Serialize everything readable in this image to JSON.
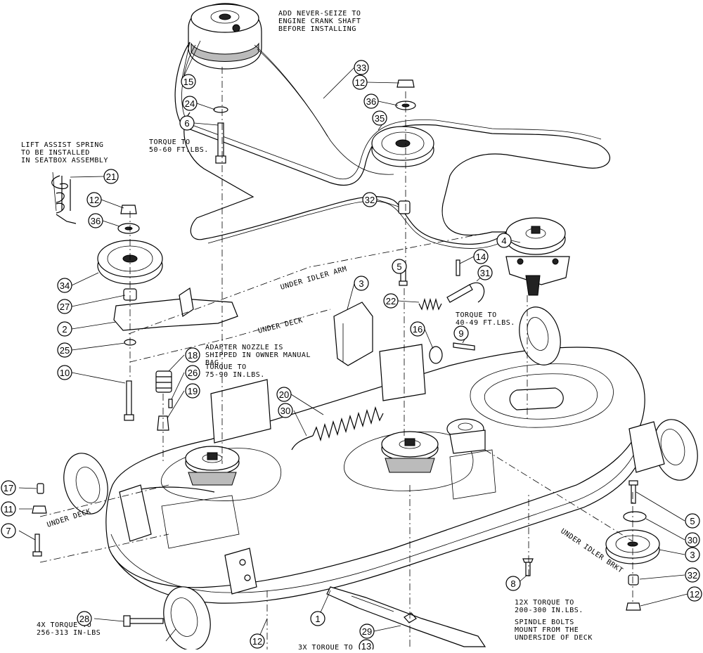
{
  "notes": {
    "never_seize": [
      "ADD NEVER-SEIZE TO",
      "ENGINE CRANK SHAFT",
      "BEFORE INSTALLING"
    ],
    "lift_spring": [
      "LIFT ASSIST SPRING",
      "TO BE INSTALLED",
      "IN SEATBOX ASSEMBLY"
    ],
    "torque_6": [
      "TORQUE TO",
      "50-60 FT.LBS."
    ],
    "under_idler_arm": "UNDER IDLER ARM",
    "under_deck_top": "UNDER DECK",
    "torque_4": [
      "TORQUE TO",
      "40-49 FT.LBS."
    ],
    "adapter": [
      "ADAPTER NOZZLE IS",
      "SHIPPED IN OWNER MANUAL",
      "BAG"
    ],
    "torque_26": [
      "TORQUE TO",
      "75-90 IN.LBS."
    ],
    "under_deck_left": "UNDER DECK",
    "under_idler_brkt": "UNDER IDLER BRKT",
    "torque_8": [
      "12X TORQUE TO",
      "200-300 IN.LBS."
    ],
    "spindle_bolts": [
      "SPINDLE BOLTS",
      "MOUNT FROM THE",
      "UNDERSIDE OF DECK"
    ],
    "torque_28": [
      "4X TORQUE TO",
      "256-313 IN-LBS"
    ],
    "torque_13": "3X TORQUE TO"
  },
  "callouts": {
    "c15": "15",
    "c33": "33",
    "c12a": "12",
    "c36a": "36",
    "c24": "24",
    "c35": "35",
    "c6": "6",
    "c21": "21",
    "c12b": "12",
    "c36b": "36",
    "c32": "32",
    "c4": "4",
    "c14": "14",
    "c34": "34",
    "c5a": "5",
    "c31": "31",
    "c3a": "3",
    "c27": "27",
    "c22": "22",
    "c2": "2",
    "c16": "16",
    "c9": "9",
    "c25": "25",
    "c18": "18",
    "c26": "26",
    "c10": "10",
    "c19": "19",
    "c20": "20",
    "c30": "30",
    "c17": "17",
    "c11": "11",
    "c7": "7",
    "c5b": "5",
    "c30r": "30",
    "c3b": "3",
    "c32r": "32",
    "c8": "8",
    "c12r": "12",
    "c1": "1",
    "c28": "28",
    "c29": "29",
    "c12c": "12",
    "c13": "13"
  }
}
